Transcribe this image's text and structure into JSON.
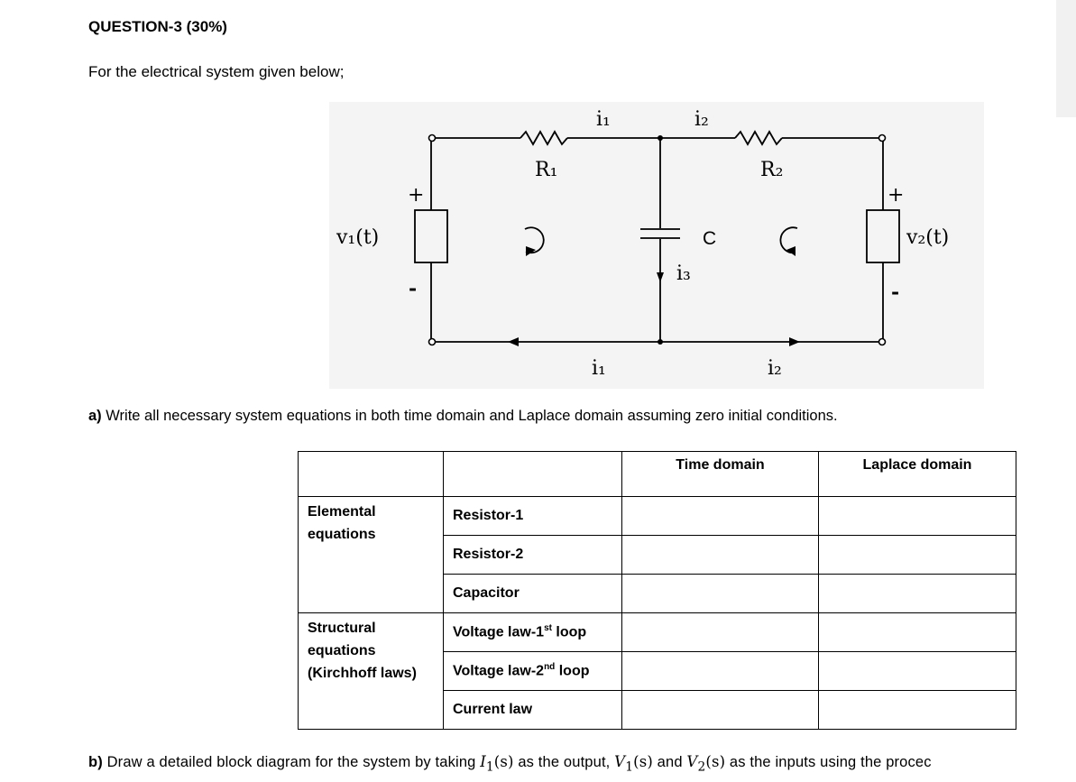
{
  "question": {
    "title": "QUESTION-3 (30%)",
    "intro": "For the electrical system given below;"
  },
  "circuit": {
    "labels": {
      "v1": "v₁(t)",
      "v2": "v₂(t)",
      "r1": "R₁",
      "r2": "R₂",
      "c": "C",
      "i1_top": "i₁",
      "i2_top": "i₂",
      "i1_bottom": "i₁",
      "i2_bottom": "i₂",
      "i3": "i₃",
      "plus": "+",
      "minus": "-"
    }
  },
  "part_a": {
    "label": "a)",
    "text": " Write all necessary system equations in both time domain and Laplace domain assuming zero initial conditions."
  },
  "table": {
    "headers": [
      "",
      "",
      "Time domain",
      "Laplace domain"
    ],
    "groups": {
      "elemental": "Elemental equations",
      "structural": "Structural equations (Kirchhoff laws)"
    },
    "rows": {
      "resistor1": "Resistor-1",
      "resistor2": "Resistor-2",
      "capacitor": "Capacitor",
      "vl1_prefix": "Voltage law-1",
      "vl1_sup": "st",
      "vl1_suffix": " loop",
      "vl2_prefix": "Voltage law-2",
      "vl2_sup": "nd",
      "vl2_suffix": " loop",
      "current_law": "Current law"
    }
  },
  "part_b": {
    "label": "b)",
    "t1": " Draw a detailed block diagram for the system by taking ",
    "output_var": "I",
    "output_sub": "1",
    "output_arg": "(s)",
    "t2": " as the output, ",
    "in1_var": "V",
    "in1_sub": "1",
    "in1_arg": "(s)",
    "t3": " and ",
    "in2_var": "V",
    "in2_sub": "2",
    "in2_arg": "(s)",
    "t4": " as the inputs using the procec"
  }
}
